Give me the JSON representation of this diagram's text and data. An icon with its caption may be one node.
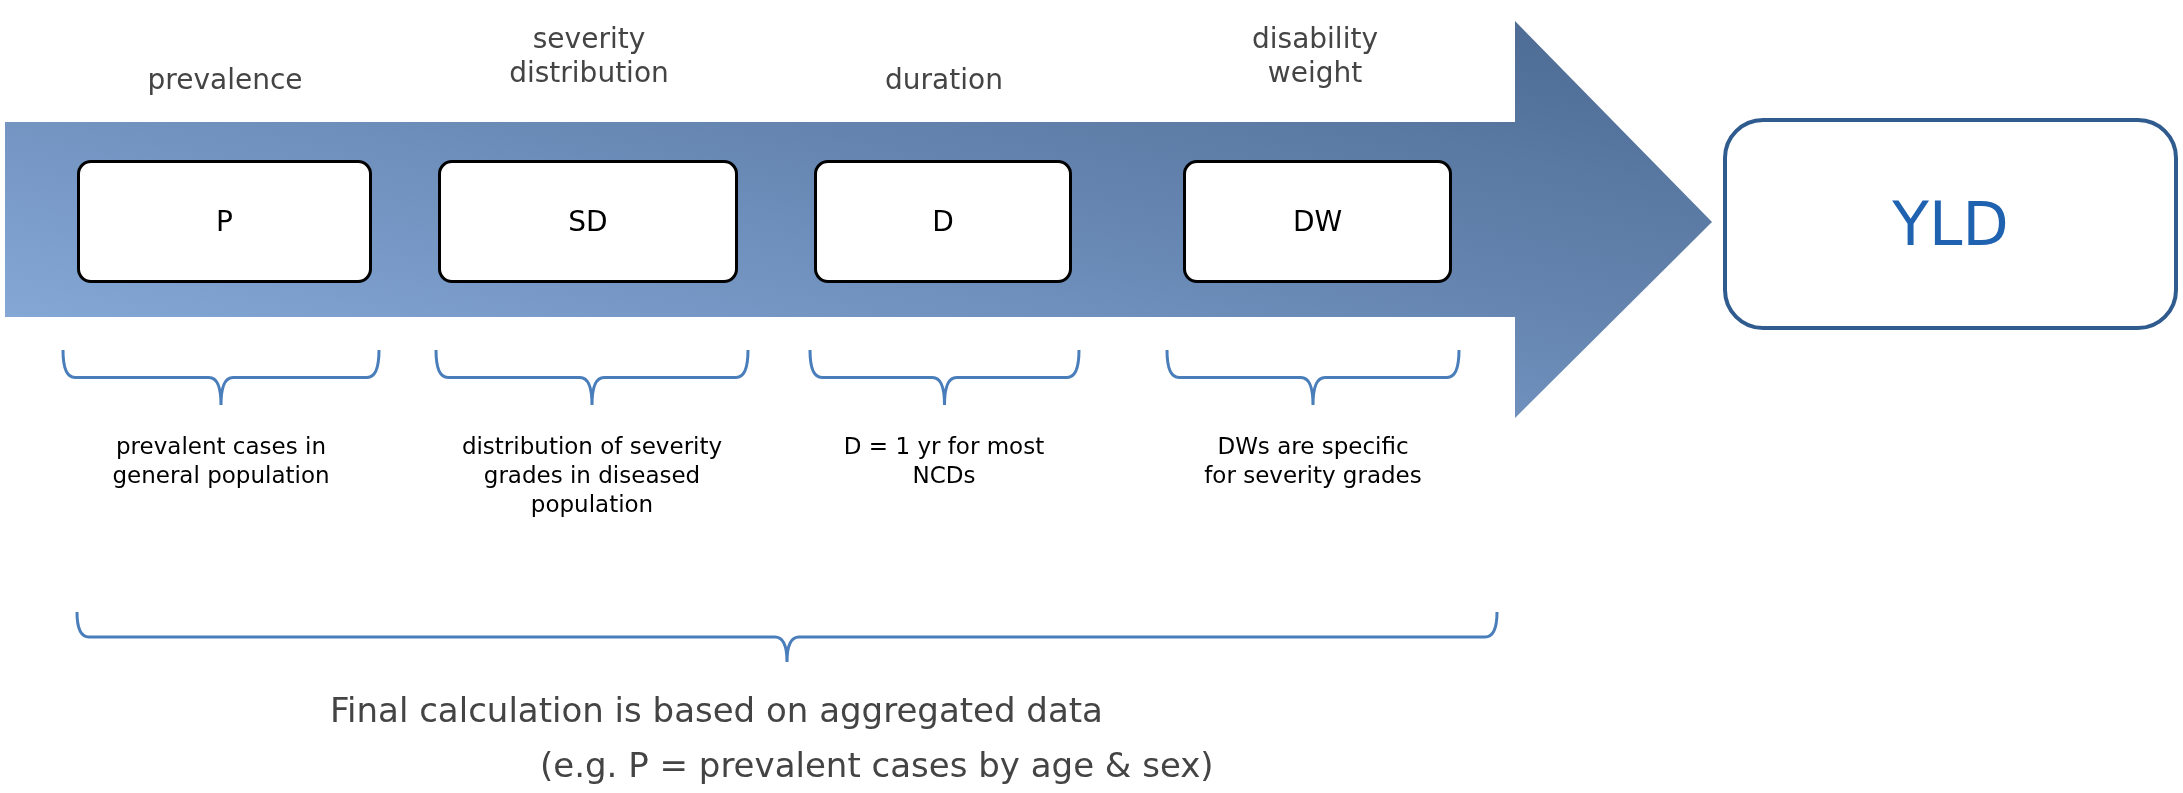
{
  "diagram": {
    "nodes": [
      {
        "text": [],
        "shape": "arrow"
      },
      {
        "text": [
          "P"
        ],
        "in": 0,
        "beside": [
          "prevalence"
        ]
      },
      {
        "text": [
          "SD"
        ],
        "in": 0,
        "beside": [
          "severity distribution"
        ]
      },
      {
        "text": [
          "D"
        ],
        "in": 0,
        "beside": [
          "duration"
        ]
      },
      {
        "text": [
          "DW"
        ],
        "in": 0,
        "beside": [
          "disability weight"
        ]
      },
      {
        "text": [
          "YLD"
        ]
      }
    ],
    "edges": [],
    "labels": [
      "prevalent cases in general population",
      "distribution of severity grades in diseased population",
      "D = 1 yr for most NCDs",
      "DWs are specific for severity grades",
      "Final calculation is based on aggregated data",
      "(e.g. P = prevalent cases by age & sex)"
    ]
  }
}
